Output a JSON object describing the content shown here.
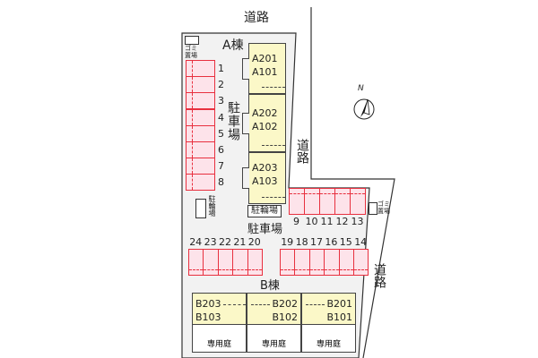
{
  "roads": {
    "top": "道路",
    "right": "道路",
    "bottom_right": "道路"
  },
  "garbage": {
    "label": "ゴミ置場"
  },
  "building_a": {
    "title": "A棟",
    "units": [
      [
        "A201",
        "A101"
      ],
      [
        "A202",
        "A102"
      ],
      [
        "A203",
        "A103"
      ]
    ],
    "bike": "駐輪場"
  },
  "building_b": {
    "title": "B棟",
    "units": [
      [
        "B203",
        "B103"
      ],
      [
        "B202",
        "B102"
      ],
      [
        "B201",
        "B101"
      ]
    ],
    "garden": "専用庭"
  },
  "parking": {
    "label": "駐車場",
    "left_column": [
      "1",
      "2",
      "3",
      "4",
      "5",
      "6",
      "7",
      "8"
    ],
    "row_right_top": [
      "9",
      "10",
      "11",
      "12",
      "13"
    ],
    "row_left_bottom": [
      "24",
      "23",
      "22",
      "21",
      "20"
    ],
    "row_right_bottom": [
      "19",
      "18",
      "17",
      "16",
      "15",
      "14"
    ]
  },
  "bike_parking": "駐輪場",
  "compass": {
    "label": "N"
  },
  "colors": {
    "parking_fill": "#fde3ea",
    "parking_line": "#e8303f",
    "building": "#fbf8c8",
    "lot": "#f2f2f2"
  }
}
